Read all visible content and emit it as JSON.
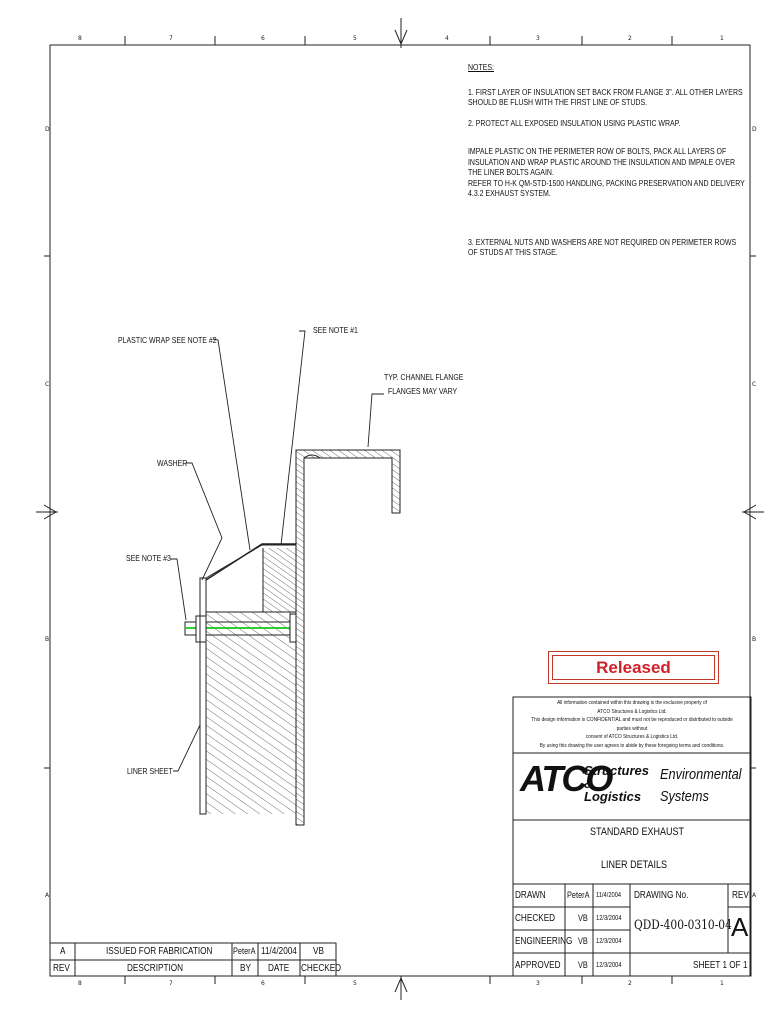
{
  "notes": {
    "title": "NOTES:",
    "items": [
      "1. FIRST LAYER OF INSULATION SET BACK FROM FLANGE 3\". ALL OTHER LAYERS SHOULD BE FLUSH WITH THE FIRST LINE OF STUDS.",
      "2. PROTECT ALL EXPOSED INSULATION USING PLASTIC WRAP.",
      "IMPALE PLASTIC ON THE PERIMETER ROW OF BOLTS, PACK ALL LAYERS OF INSULATION AND WRAP PLASTIC  AROUND THE INSULATION AND IMPALE OVER THE LINER BOLTS AGAIN.",
      "REFER TO H-K QM-STD-1500 HANDLING, PACKING PRESERVATION AND DELIVERY 4.3.2 EXHAUST SYSTEM.",
      "3.  EXTERNAL NUTS AND WASHERS ARE NOT REQUIRED ON PERIMETER ROWS OF STUDS AT THIS STAGE."
    ]
  },
  "labels": {
    "see_note_1": "SEE NOTE #1",
    "plastic_wrap": "PLASTIC WRAP SEE NOTE #2",
    "channel_flange_1": "TYP. CHANNEL FLANGE",
    "channel_flange_2": "FLANGES MAY VARY",
    "washer": "WASHER",
    "see_note_3": "SEE NOTE #3",
    "liner_sheet": "LINER SHEET"
  },
  "zones": {
    "columns": [
      "8",
      "7",
      "6",
      "5",
      "4",
      "3",
      "2",
      "1"
    ],
    "rows": [
      "D",
      "C",
      "B",
      "A"
    ]
  },
  "status": "Released",
  "confidential": [
    "All information contained within this drawing is the exclusive property of",
    "ATCO Structures & Logistics Ltd.",
    "This design information is CONFIDENTIAL and must not be reproduced or distributed to outside parties without",
    "consent of ATCO Structures & Logistics Ltd.",
    "By using this drawing the user agrees to abide by these foregoing terms and conditions."
  ],
  "company": {
    "logo_main": "ATCO",
    "logo_sub_1": "Structures",
    "logo_sub_2": "& Logistics",
    "division_1": "Environmental",
    "division_2": "Systems"
  },
  "title_block": {
    "title_1": "STANDARD EXHAUST",
    "title_2": "LINER DETAILS",
    "drawing_no_label": "DRAWING No.",
    "drawing_no": "QDD-400-0310-04",
    "rev_label": "REV",
    "rev": "A",
    "sheet": "SHEET 1  OF 1",
    "signoffs": [
      {
        "role": "DRAWN",
        "name": "PeterA",
        "date": "11/4/2004"
      },
      {
        "role": "CHECKED",
        "name": "VB",
        "date": "12/3/2004"
      },
      {
        "role": "ENGINEERING",
        "name": "VB",
        "date": "12/3/2004"
      },
      {
        "role": "APPROVED",
        "name": "VB",
        "date": "12/3/2004"
      }
    ]
  },
  "revision_block": {
    "headers": [
      "REV",
      "DESCRIPTION",
      "BY",
      "DATE",
      "CHECKED"
    ],
    "rows": [
      {
        "rev": "A",
        "description": "ISSUED FOR FABRICATION",
        "by": "PeterA",
        "date": "11/4/2004",
        "checked": "VB"
      }
    ]
  },
  "colors": {
    "released": "#d0202a",
    "bolt": "#33cc33"
  }
}
